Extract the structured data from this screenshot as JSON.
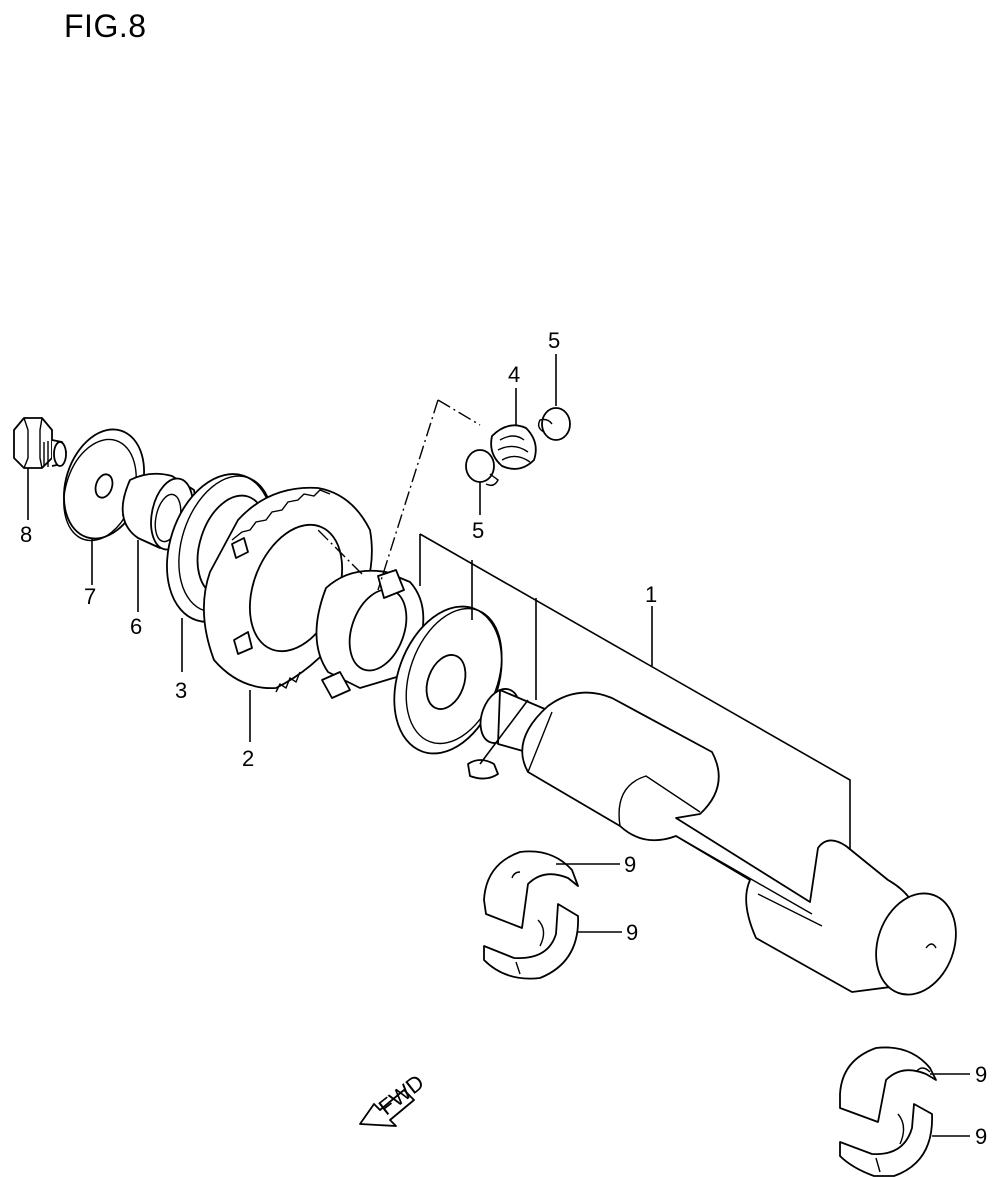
{
  "figure": {
    "title": "FIG.8"
  },
  "callouts": {
    "p1": "1",
    "p2": "2",
    "p3": "3",
    "p4": "4",
    "p5_top": "5",
    "p5_bottom": "5",
    "p6": "6",
    "p7": "7",
    "p8": "8",
    "p9_upper_a": "9",
    "p9_upper_b": "9",
    "p9_lower_a": "9",
    "p9_lower_b": "9"
  },
  "fwd_marker": {
    "label": "FWD",
    "icon": "fwd-arrow-icon"
  }
}
